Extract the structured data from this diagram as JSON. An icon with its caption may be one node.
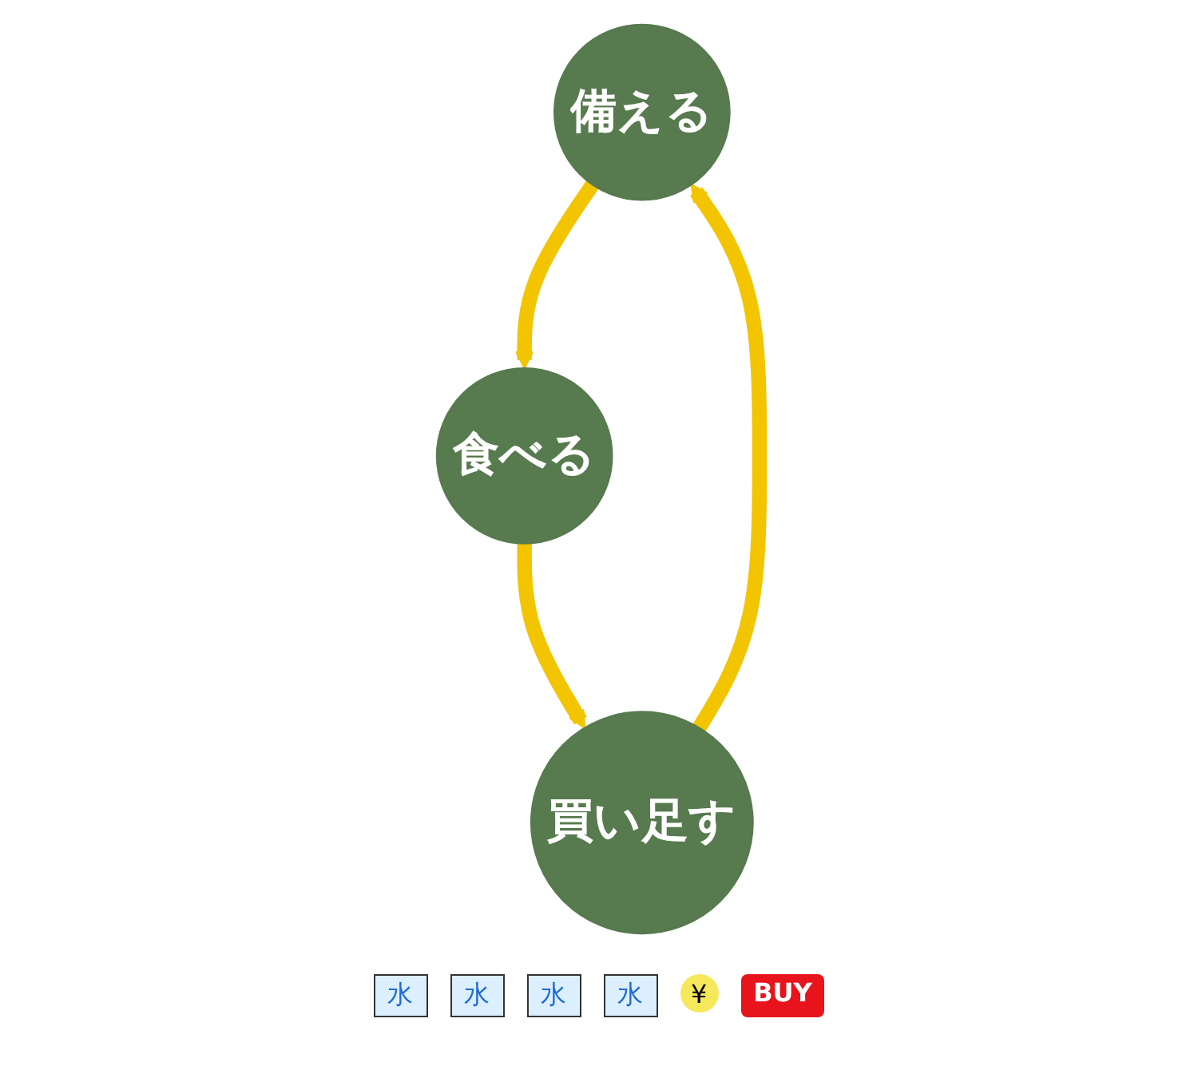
{
  "diagram": {
    "nodes": [
      {
        "text": [
          "備える"
        ]
      },
      {
        "text": [
          "食べる"
        ]
      },
      {
        "text": [
          "買い足す"
        ]
      }
    ],
    "edges": [
      {
        "from": 0,
        "to": 1,
        "arrow": "to"
      },
      {
        "from": 1,
        "to": 2,
        "arrow": "to"
      },
      {
        "from": 2,
        "to": 0,
        "arrow": "to"
      }
    ],
    "labels": [
      "水",
      "水",
      "水",
      "水",
      "¥",
      "BUY"
    ]
  }
}
